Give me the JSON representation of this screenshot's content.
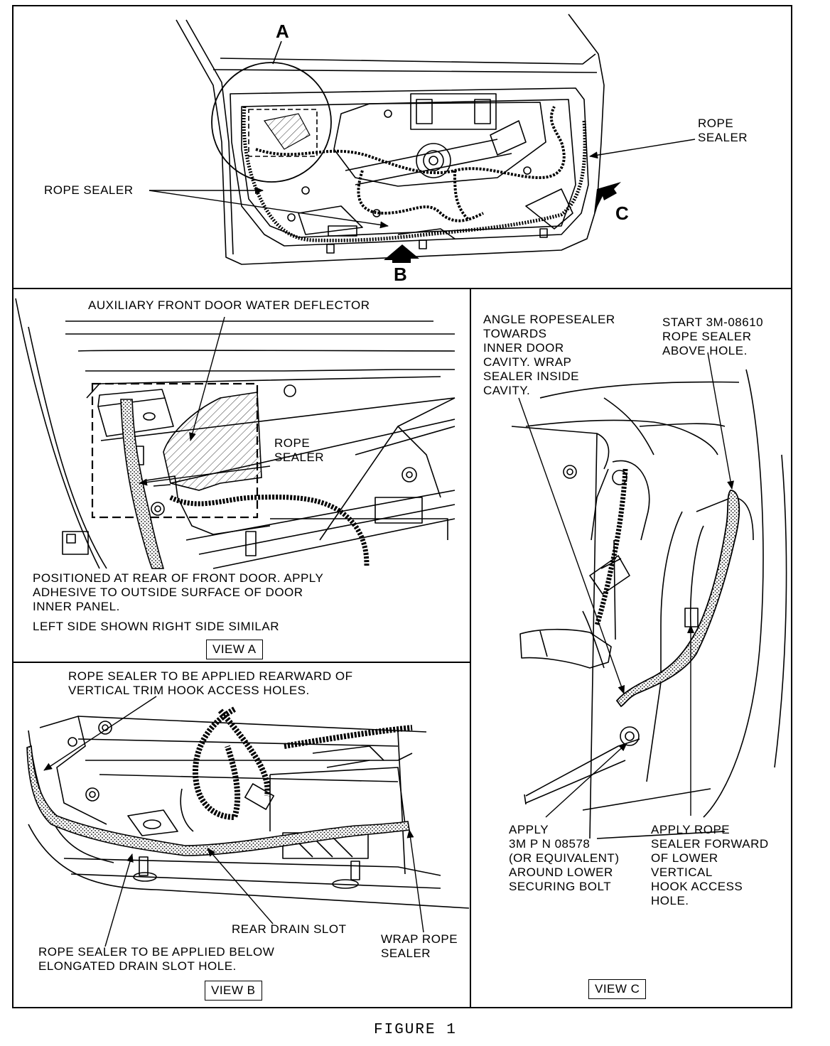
{
  "callouts": {
    "a": "A",
    "b": "B",
    "c": "C"
  },
  "main_view": {
    "rope_sealer_left": "ROPE SEALER",
    "rope_sealer_right": "ROPE\nSEALER"
  },
  "view_a": {
    "deflector_label": "AUXILIARY FRONT DOOR WATER DEFLECTOR",
    "rope_sealer_label": "ROPE\nSEALER",
    "note": "POSITIONED AT REAR OF FRONT DOOR. APPLY\nADHESIVE TO OUTSIDE SURFACE OF DOOR\nINNER PANEL.",
    "side_note": "LEFT SIDE SHOWN RIGHT SIDE SIMILAR",
    "title": "VIEW A"
  },
  "view_b": {
    "top_note": "ROPE SEALER TO BE APPLIED REARWARD OF\nVERTICAL TRIM HOOK ACCESS HOLES.",
    "drain_slot": "REAR DRAIN SLOT",
    "wrap_label": "WRAP ROPE\nSEALER",
    "bottom_note": "ROPE SEALER TO BE APPLIED BELOW\nELONGATED DRAIN SLOT HOLE.",
    "title": "VIEW B"
  },
  "view_c": {
    "angle_note": "ANGLE ROPESEALER\nTOWARDS\nINNER DOOR\nCAVITY. WRAP\nSEALER INSIDE\nCAVITY.",
    "start_note": "START 3M-08610\nROPE SEALER\nABOVE HOLE.",
    "apply_note": "APPLY\n3M P N 08578\n(OR EQUIVALENT)\nAROUND LOWER\nSECURING BOLT",
    "forward_note": "APPLY ROPE\nSEALER FORWARD\nOF LOWER\nVERTICAL\nHOOK ACCESS\nHOLE.",
    "title": "VIEW C"
  },
  "figure_caption": "FIGURE 1"
}
